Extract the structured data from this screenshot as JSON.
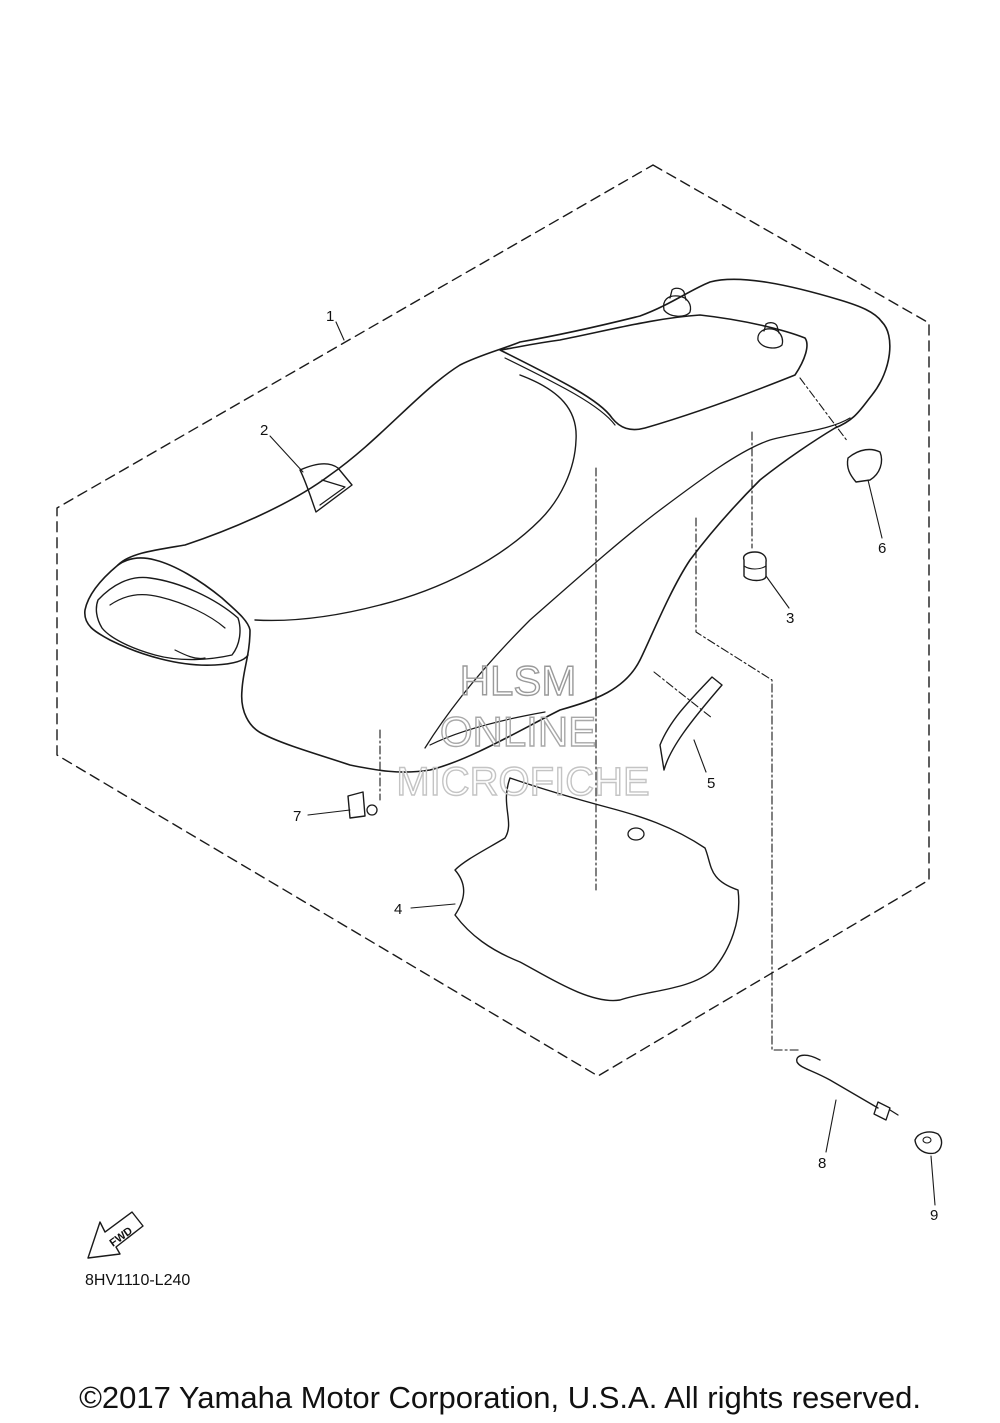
{
  "diagram": {
    "callouts": [
      {
        "id": "c1",
        "label": "1"
      },
      {
        "id": "c2",
        "label": "2"
      },
      {
        "id": "c3",
        "label": "3"
      },
      {
        "id": "c4",
        "label": "4"
      },
      {
        "id": "c5",
        "label": "5"
      },
      {
        "id": "c6",
        "label": "6"
      },
      {
        "id": "c7",
        "label": "7"
      },
      {
        "id": "c8",
        "label": "8"
      },
      {
        "id": "c9",
        "label": "9"
      }
    ],
    "fwd_label": "FWD",
    "diagram_code": "8HV1110-L240"
  },
  "watermark": {
    "line1": "HLSM",
    "line2": "ONLINE",
    "line3": "MICROFICHE",
    "color": "#9a9a9a"
  },
  "footer": {
    "copyright": "©2017 Yamaha Motor Corporation, U.S.A. All rights reserved."
  },
  "colors": {
    "line": "#1a1a1a",
    "background": "#ffffff"
  }
}
